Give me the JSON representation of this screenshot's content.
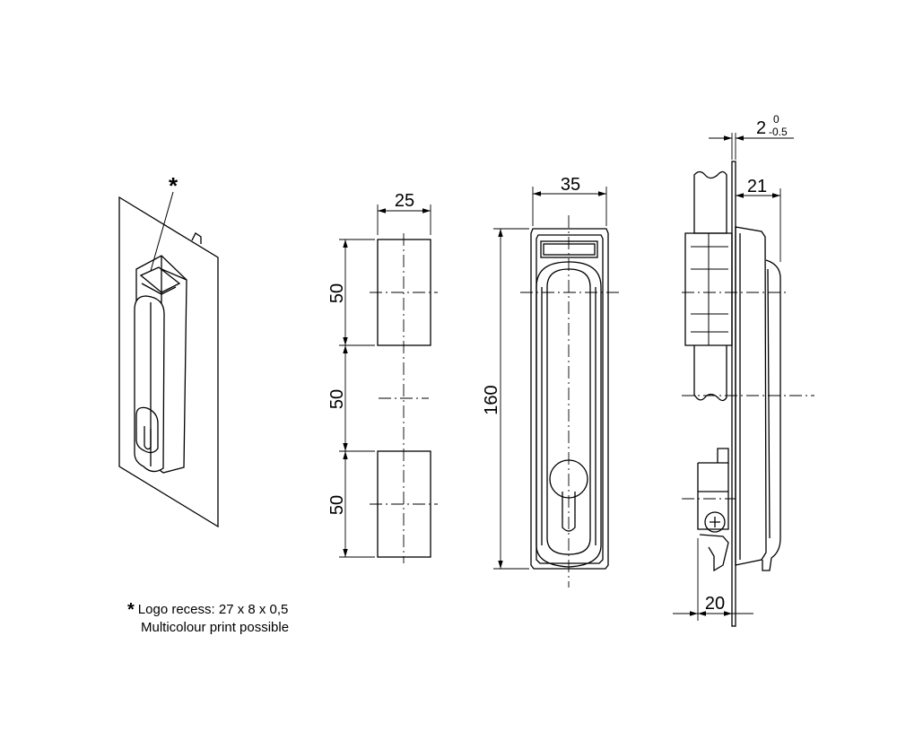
{
  "colors": {
    "line": "#000000",
    "background": "#ffffff",
    "panel": "#ffffff"
  },
  "iso_view": {
    "asterisk": "*"
  },
  "footnote": {
    "symbol": "*",
    "line1": "Logo recess: 27 x 8 x 0,5",
    "line2": "Multicolour print possible"
  },
  "cutout_view": {
    "width_label": "25",
    "height_labels": [
      "50",
      "50",
      "50"
    ]
  },
  "front_view": {
    "width_label": "35",
    "height_label": "160"
  },
  "side_view": {
    "thickness_label": "2",
    "tolerance_upper": "0",
    "tolerance_lower": "-0.5",
    "depth_label": "21",
    "bottom_label": "20"
  }
}
